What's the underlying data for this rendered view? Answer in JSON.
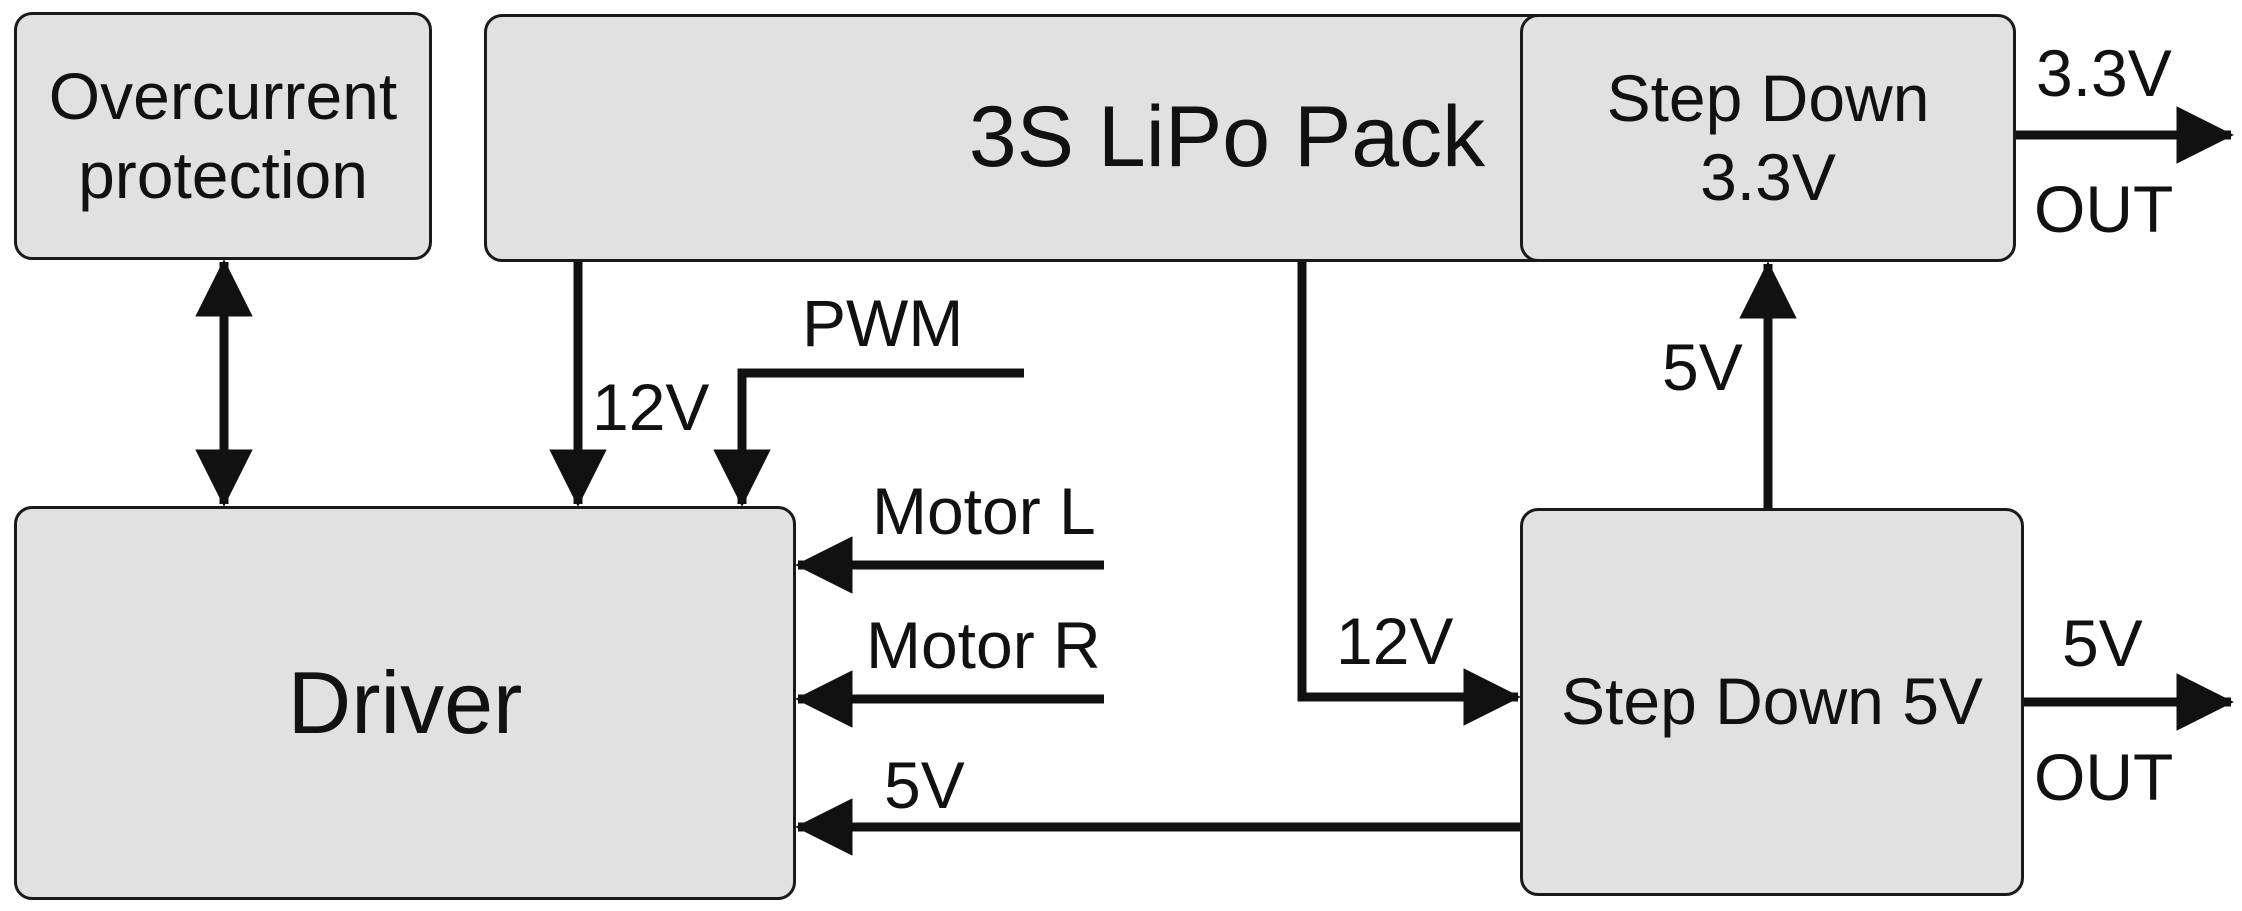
{
  "blocks": {
    "overcurrent": {
      "line1": "Overcurrent",
      "line2": "protection"
    },
    "lipo": "3S LiPo Pack",
    "stepdown33": {
      "line1": "Step Down",
      "line2": "3.3V"
    },
    "driver": "Driver",
    "stepdown5": "Step Down 5V"
  },
  "signals": {
    "pwm": "PWM",
    "lipo_to_driver": "12V",
    "lipo_to_stepdown5": "12V",
    "motor_l": "Motor L",
    "motor_r": "Motor R",
    "stepdown5_to_driver": "5V",
    "stepdown5_to_stepdown33": "5V",
    "out33_voltage": "3.3V",
    "out33_label": "OUT",
    "out5_voltage": "5V",
    "out5_label": "OUT"
  },
  "colors": {
    "block_fill": "#e1e1e1",
    "line": "#111111"
  }
}
